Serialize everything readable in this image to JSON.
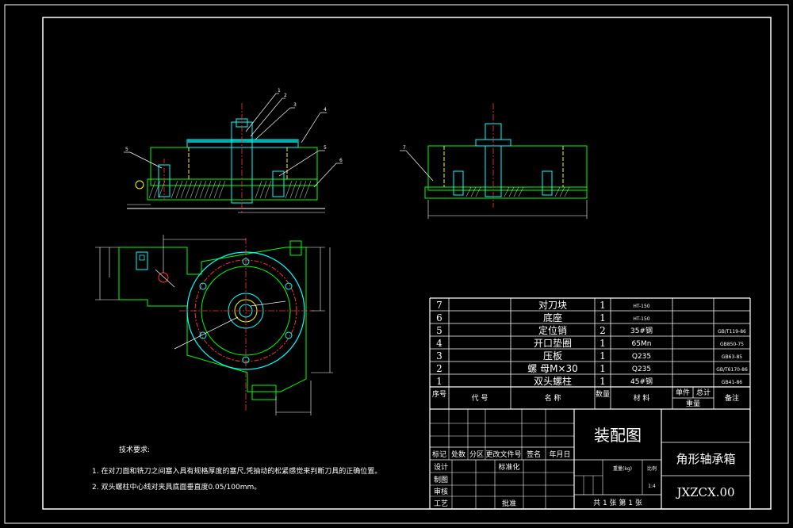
{
  "drawing": {
    "title": "装配图",
    "part_name": "角形轴承箱",
    "drawing_number": "JXZCX.00",
    "scale": "1:4",
    "sheets": "共 1 张  第 1 张",
    "weight_label": "重量(kg)",
    "scale_label": "比例",
    "ref_label": "标准化"
  },
  "title_block": {
    "rev_headers": [
      "标记",
      "处数",
      "分区",
      "更改文件号",
      "签名",
      "年月日"
    ],
    "sign_rows": [
      "设计",
      "制图",
      "审核",
      "工艺"
    ],
    "approve_label": "批准"
  },
  "bom": {
    "headers": {
      "no": "序号",
      "code": "代  号",
      "name": "名  称",
      "qty": "数量",
      "material": "材  料",
      "unit_weight": "单件",
      "total_weight": "总计",
      "weight": "重量",
      "remark": "备注"
    },
    "rows": [
      {
        "no": "7",
        "name": "对刀块",
        "qty": "1",
        "material": "HT-150",
        "remark": ""
      },
      {
        "no": "6",
        "name": "底座",
        "qty": "1",
        "material": "HT-150",
        "remark": ""
      },
      {
        "no": "5",
        "name": "定位销",
        "qty": "2",
        "material": "35#钢",
        "remark": "GB/T119-86"
      },
      {
        "no": "4",
        "name": "开口垫圈",
        "qty": "1",
        "material": "65Mn",
        "remark": "GB850-75"
      },
      {
        "no": "3",
        "name": "压板",
        "qty": "1",
        "material": "Q235",
        "remark": "GB63-85"
      },
      {
        "no": "2",
        "name": "螺  母M×30",
        "qty": "1",
        "material": "Q235",
        "remark": "GB/T6170-86"
      },
      {
        "no": "1",
        "name": "双头螺柱",
        "qty": "1",
        "material": "45#钢",
        "remark": "GB41-86"
      }
    ]
  },
  "notes": {
    "title": "技术要求:",
    "items": [
      "1. 在对刀面和铣刀之间塞入具有规格厚度的塞尺,凭抽动的松紧感觉来判断刀具的正确位置。",
      "2. 双头螺柱中心线对夹具底面垂直度0.05/100mm。"
    ]
  },
  "balloons": [
    "1",
    "2",
    "3",
    "4",
    "5",
    "5",
    "6",
    "7"
  ]
}
